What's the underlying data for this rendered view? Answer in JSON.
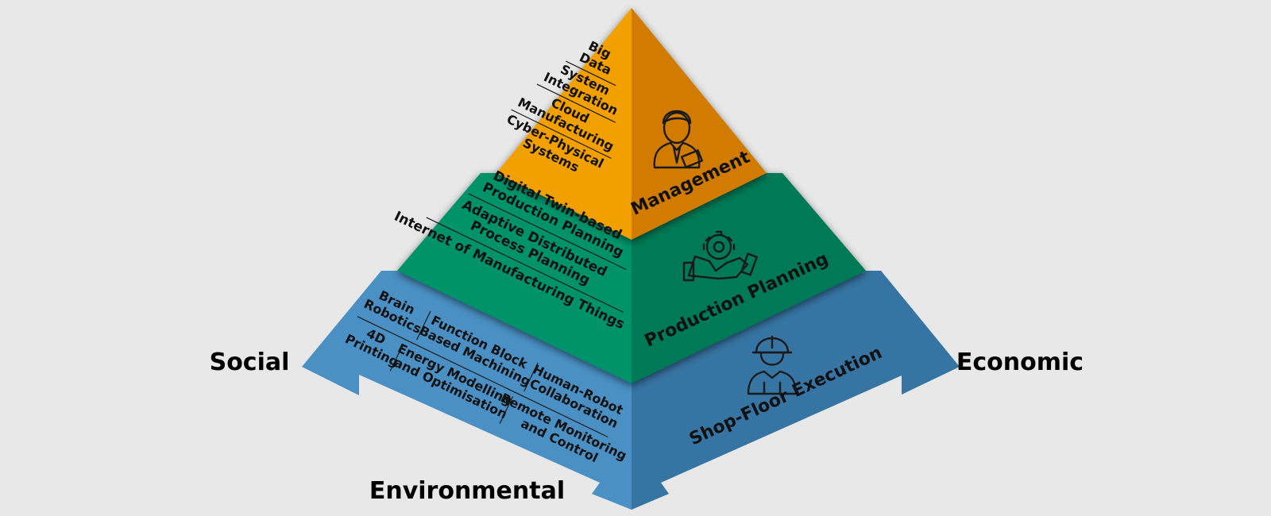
{
  "colors": {
    "background": "#e8e8e8",
    "management_left": "#f29f05",
    "management_right": "#d17c00",
    "planning_left": "#00936a",
    "planning_right": "#007a57",
    "shopfloor_left": "#4a90c4",
    "shopfloor_right": "#3674a3"
  },
  "tiers": {
    "management": {
      "title": "Management",
      "icon": "manager-icon",
      "items": [
        [
          "Big",
          "Data"
        ],
        [
          "System",
          "Integration"
        ],
        [
          "Cloud",
          "Manufacturing"
        ],
        [
          "Cyber-Physical",
          "Systems"
        ]
      ]
    },
    "production_planning": {
      "title": "Production Planning",
      "icon": "gear-hands-icon",
      "items": [
        [
          "Digital Twin-based",
          "Production Planning"
        ],
        [
          "Adaptive Distributed",
          "Process Planning"
        ],
        [
          "Internet of Manufacturing Things"
        ]
      ]
    },
    "shop_floor": {
      "title": "Shop-Floor Execution",
      "icon": "worker-icon",
      "items": [
        [
          "Brain",
          "Robotics"
        ],
        [
          "Function Block",
          "Based Machining"
        ],
        [
          "Human-Robot",
          "Collaboration"
        ],
        [
          "4D",
          "Printing"
        ],
        [
          "Energy Modelling",
          "and Optimisation"
        ],
        [
          "Remote Monitoring",
          "and Control"
        ]
      ]
    }
  },
  "corners": {
    "social": "Social",
    "economic": "Economic",
    "environmental": "Environmental"
  }
}
